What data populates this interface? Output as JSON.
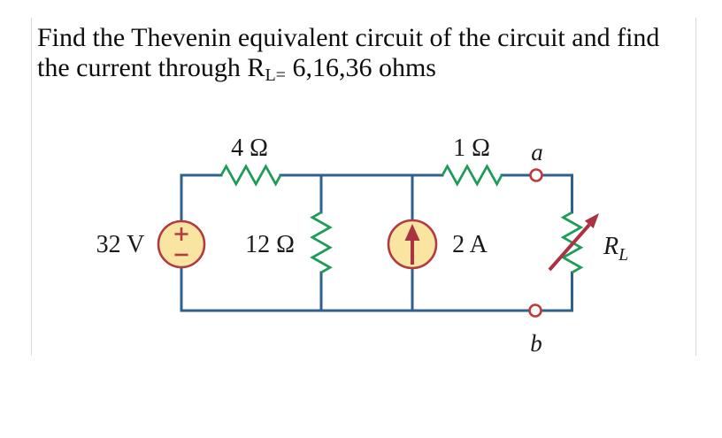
{
  "title": {
    "line1": "Find the Thevenin equivalent circuit of the circuit and find",
    "line2_prefix": "the current through R",
    "line2_sub": "L=",
    "line2_suffix": " 6,16,36 ohms"
  },
  "circuit": {
    "voltage_source": {
      "label": "32 V",
      "plus_symbol": "+",
      "minus_symbol": "−"
    },
    "resistor_top_left": {
      "label": "4 Ω"
    },
    "resistor_middle": {
      "label": "12 Ω"
    },
    "resistor_top_right": {
      "label": "1 Ω"
    },
    "current_source": {
      "label": "2 A"
    },
    "load_resistor": {
      "label_main": "R",
      "label_sub": "L"
    },
    "terminal_a": {
      "label": "a"
    },
    "terminal_b": {
      "label": "b"
    }
  },
  "colors": {
    "wire": "#2f618e",
    "resistor_zigzag": "#1e9c5a",
    "source_fill": "#f9e4a2",
    "source_border": "#b13b40",
    "arrow_red": "#a93340",
    "terminal_ring": "#c03a3a",
    "text": "#1a1a1a",
    "frame_border": "#dadada"
  }
}
